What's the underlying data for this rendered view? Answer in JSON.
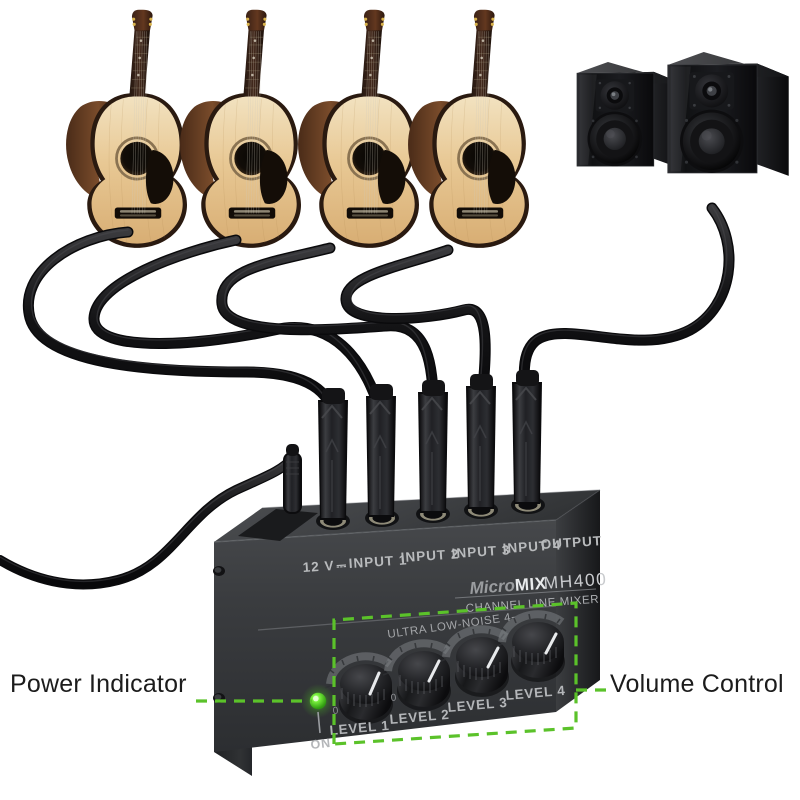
{
  "product": {
    "brand": "MicroMIX",
    "brand_prefix": "Micro",
    "brand_suffix": "MIX",
    "model": "MH400",
    "tagline": "ULTRA LOW-NOISE 4-CHANNEL LINE MIXER",
    "top_panel_labels": [
      "12 V",
      "INPUT 1",
      "INPUT 2",
      "INPUT 3",
      "INPUT 4",
      "OUTPUT"
    ],
    "power_spec": "12 V",
    "dc_symbol": "⎓",
    "knob_labels": [
      "LEVEL 1",
      "LEVEL 2",
      "LEVEL 3",
      "LEVEL 4"
    ],
    "knob_min_label": "0",
    "led_label": "ON",
    "knob_count": 4,
    "knob_rotations": [
      36,
      30,
      24,
      18
    ]
  },
  "annotations": [
    {
      "id": "power-indicator",
      "text": "Power Indicator",
      "color": "#1c1c1c"
    },
    {
      "id": "volume-control",
      "text": "Volume Control",
      "color": "#1c1c1c"
    }
  ],
  "colors": {
    "background": "#ffffff",
    "callout_green": "#5bc22a",
    "led_green": "#4ddd22",
    "led_glow": "#7cf045",
    "chassis_front": "#3a3c3e",
    "chassis_top": "#47494b",
    "chassis_side": "#2a2c2e",
    "cable_black": "#1b1b1d",
    "guitar_top": "#e8c48b",
    "guitar_body_side": "#6b4226",
    "guitar_neck": "#3a2419",
    "speaker_black": "#171719",
    "silkscreen": "#b9bbbd"
  },
  "scene": {
    "guitar_count": 4,
    "speaker_count": 2,
    "cable_count": 5,
    "connector_count": 5,
    "power_cable": true
  }
}
